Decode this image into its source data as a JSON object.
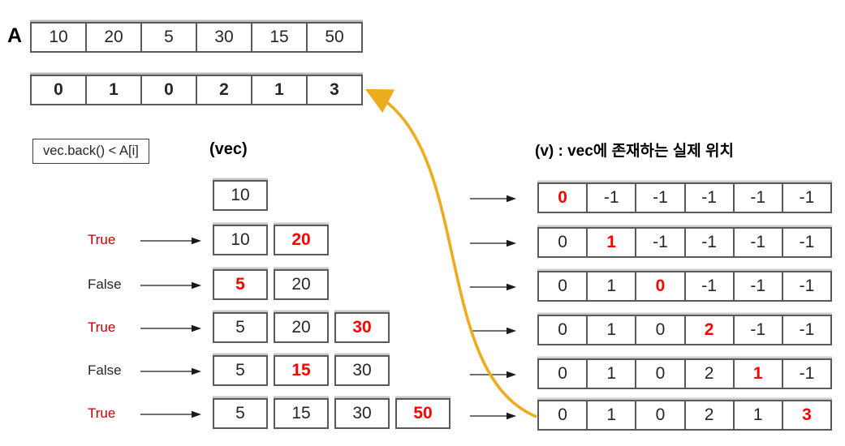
{
  "a_array": {
    "label": "A",
    "values": [
      "10",
      "20",
      "5",
      "30",
      "15",
      "50"
    ]
  },
  "result_array": {
    "values": [
      "0",
      "1",
      "0",
      "2",
      "1",
      "3"
    ]
  },
  "condition_box": {
    "text": "vec.back() < A[i]"
  },
  "headers": {
    "vec": "(vec)",
    "v": "(v) : vec에 존재하는 실제 위치"
  },
  "colors": {
    "highlight_red": "#ff0000",
    "true_label_red": "#c00000",
    "false_label_black": "#262626",
    "curve_gold": "#edac1e",
    "box_border_gray": "#595959"
  },
  "icons": [
    "right-arrow-icon",
    "curve-arrow-icon"
  ],
  "vec_steps": [
    {
      "label": "",
      "cells": [
        {
          "value": "10",
          "red": false
        }
      ]
    },
    {
      "label": "True",
      "cells": [
        {
          "value": "10",
          "red": false
        },
        {
          "value": "20",
          "red": true
        }
      ]
    },
    {
      "label": "False",
      "cells": [
        {
          "value": "5",
          "red": true
        },
        {
          "value": "20",
          "red": false
        }
      ]
    },
    {
      "label": "True",
      "cells": [
        {
          "value": "5",
          "red": false
        },
        {
          "value": "20",
          "red": false
        },
        {
          "value": "30",
          "red": true
        }
      ]
    },
    {
      "label": "False",
      "cells": [
        {
          "value": "5",
          "red": false
        },
        {
          "value": "15",
          "red": true
        },
        {
          "value": "30",
          "red": false
        }
      ]
    },
    {
      "label": "True",
      "cells": [
        {
          "value": "5",
          "red": false
        },
        {
          "value": "15",
          "red": false
        },
        {
          "value": "30",
          "red": false
        },
        {
          "value": "50",
          "red": true
        }
      ]
    }
  ],
  "v_steps": [
    {
      "cells": [
        {
          "value": "0",
          "red": true
        },
        {
          "value": "-1",
          "red": false
        },
        {
          "value": "-1",
          "red": false
        },
        {
          "value": "-1",
          "red": false
        },
        {
          "value": "-1",
          "red": false
        },
        {
          "value": "-1",
          "red": false
        }
      ]
    },
    {
      "cells": [
        {
          "value": "0",
          "red": false
        },
        {
          "value": "1",
          "red": true
        },
        {
          "value": "-1",
          "red": false
        },
        {
          "value": "-1",
          "red": false
        },
        {
          "value": "-1",
          "red": false
        },
        {
          "value": "-1",
          "red": false
        }
      ]
    },
    {
      "cells": [
        {
          "value": "0",
          "red": false
        },
        {
          "value": "1",
          "red": false
        },
        {
          "value": "0",
          "red": true
        },
        {
          "value": "-1",
          "red": false
        },
        {
          "value": "-1",
          "red": false
        },
        {
          "value": "-1",
          "red": false
        }
      ]
    },
    {
      "cells": [
        {
          "value": "0",
          "red": false
        },
        {
          "value": "1",
          "red": false
        },
        {
          "value": "0",
          "red": false
        },
        {
          "value": "2",
          "red": true
        },
        {
          "value": "-1",
          "red": false
        },
        {
          "value": "-1",
          "red": false
        }
      ]
    },
    {
      "cells": [
        {
          "value": "0",
          "red": false
        },
        {
          "value": "1",
          "red": false
        },
        {
          "value": "0",
          "red": false
        },
        {
          "value": "2",
          "red": false
        },
        {
          "value": "1",
          "red": true
        },
        {
          "value": "-1",
          "red": false
        }
      ]
    },
    {
      "cells": [
        {
          "value": "0",
          "red": false
        },
        {
          "value": "1",
          "red": false
        },
        {
          "value": "0",
          "red": false
        },
        {
          "value": "2",
          "red": false
        },
        {
          "value": "1",
          "red": false
        },
        {
          "value": "3",
          "red": true
        }
      ]
    }
  ]
}
